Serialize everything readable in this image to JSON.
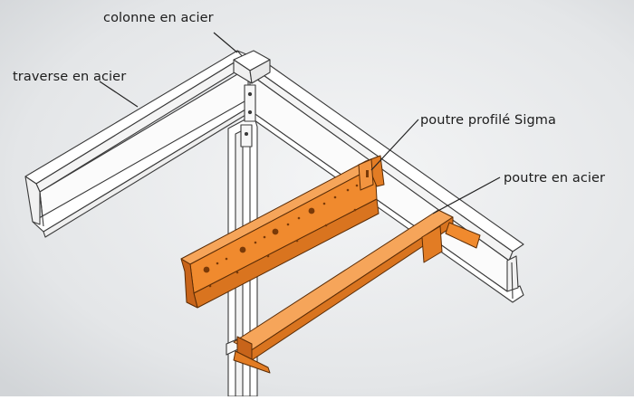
{
  "labels": {
    "column": "colonne en acier",
    "crossbeam": "traverse en acier",
    "sigma_beam": "poutre profilé Sigma",
    "steel_beam": "poutre en acier"
  },
  "colors": {
    "background": "#e9ebec",
    "steel": "#ffffff",
    "steel_outline": "#3a3a3a",
    "beam_orange": "#f08a2e",
    "beam_shadow": "#c8641a"
  }
}
